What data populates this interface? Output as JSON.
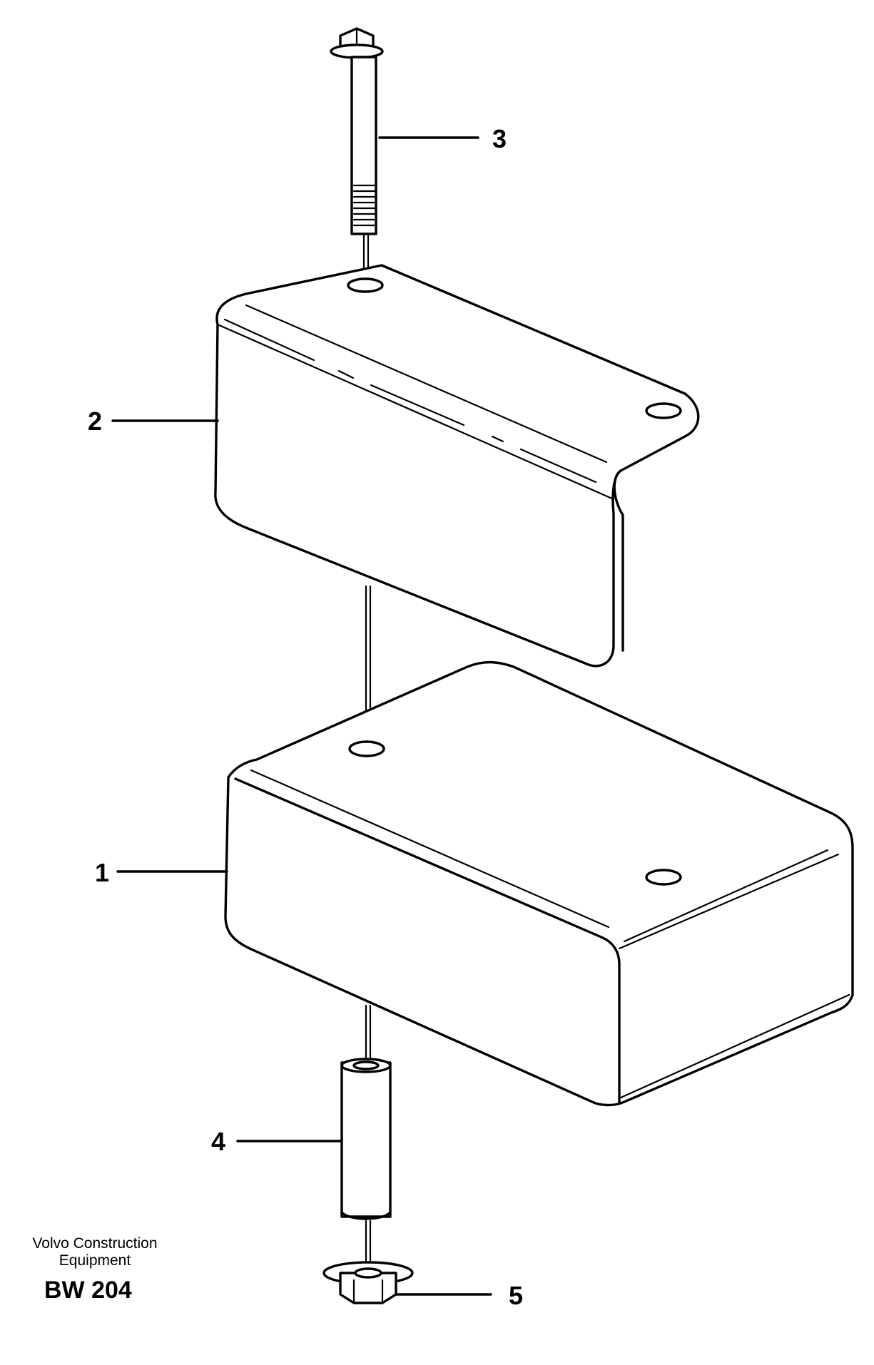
{
  "callouts": [
    {
      "id": "1",
      "label": "1"
    },
    {
      "id": "2",
      "label": "2"
    },
    {
      "id": "3",
      "label": "3"
    },
    {
      "id": "4",
      "label": "4"
    },
    {
      "id": "5",
      "label": "5"
    }
  ],
  "footer": {
    "brand_line1": "Volvo Construction",
    "brand_line2": "Equipment",
    "code": "BW 204"
  }
}
